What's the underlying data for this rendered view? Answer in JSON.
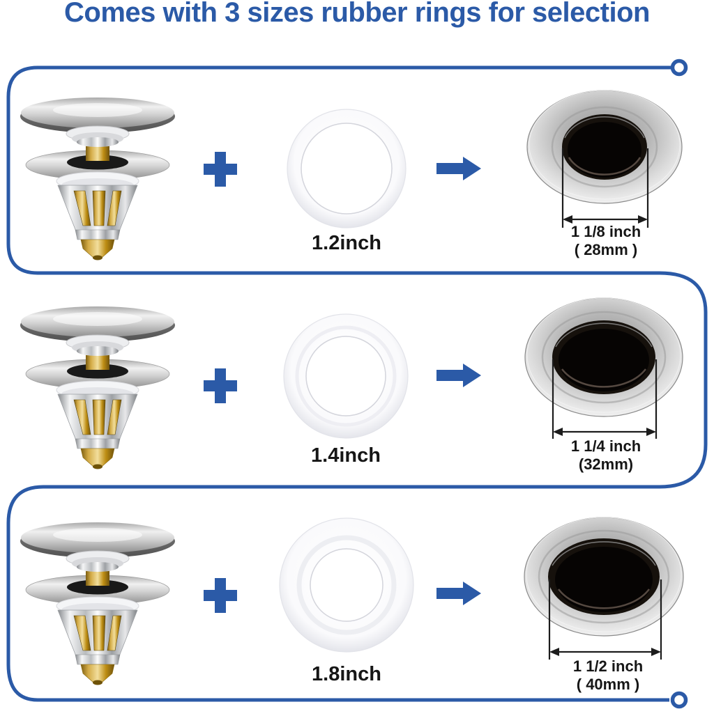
{
  "title": "Comes with 3 sizes rubber rings for selection",
  "colors": {
    "accent_blue": "#2b5aa7",
    "text_black": "#161616",
    "brass_gold": "#d3ab46",
    "steel_gray": "#c9c9c9"
  },
  "icons": {
    "plus": "plus-icon",
    "arrow": "right-arrow-icon",
    "connector": "snake-border-line-with-circle-ends"
  },
  "rows": [
    {
      "ring_label": "1.2inch",
      "size_inch": "1 1/8 inch",
      "size_mm": "( 28mm )"
    },
    {
      "ring_label": "1.4inch",
      "size_inch": "1 1/4 inch",
      "size_mm": "(32mm)"
    },
    {
      "ring_label": "1.8inch",
      "size_inch": "1 1/2 inch",
      "size_mm": "( 40mm )"
    }
  ]
}
